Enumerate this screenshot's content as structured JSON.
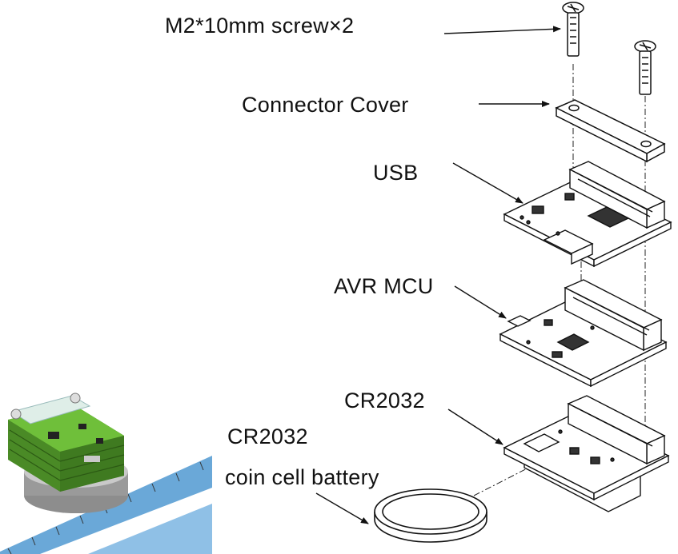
{
  "labels": {
    "screw": "M2*10mm screw×2",
    "connector_cover": "Connector Cover",
    "usb": "USB",
    "avr_mcu": "AVR MCU",
    "cr2032_board": "CR2032",
    "battery_line1": "CR2032",
    "battery_line2": "coin cell battery"
  },
  "colors": {
    "line": "#111111",
    "board_fill": "#ffffff",
    "pcb_green": "#5aa02c",
    "ruler_blue": "#6aa8d8"
  }
}
